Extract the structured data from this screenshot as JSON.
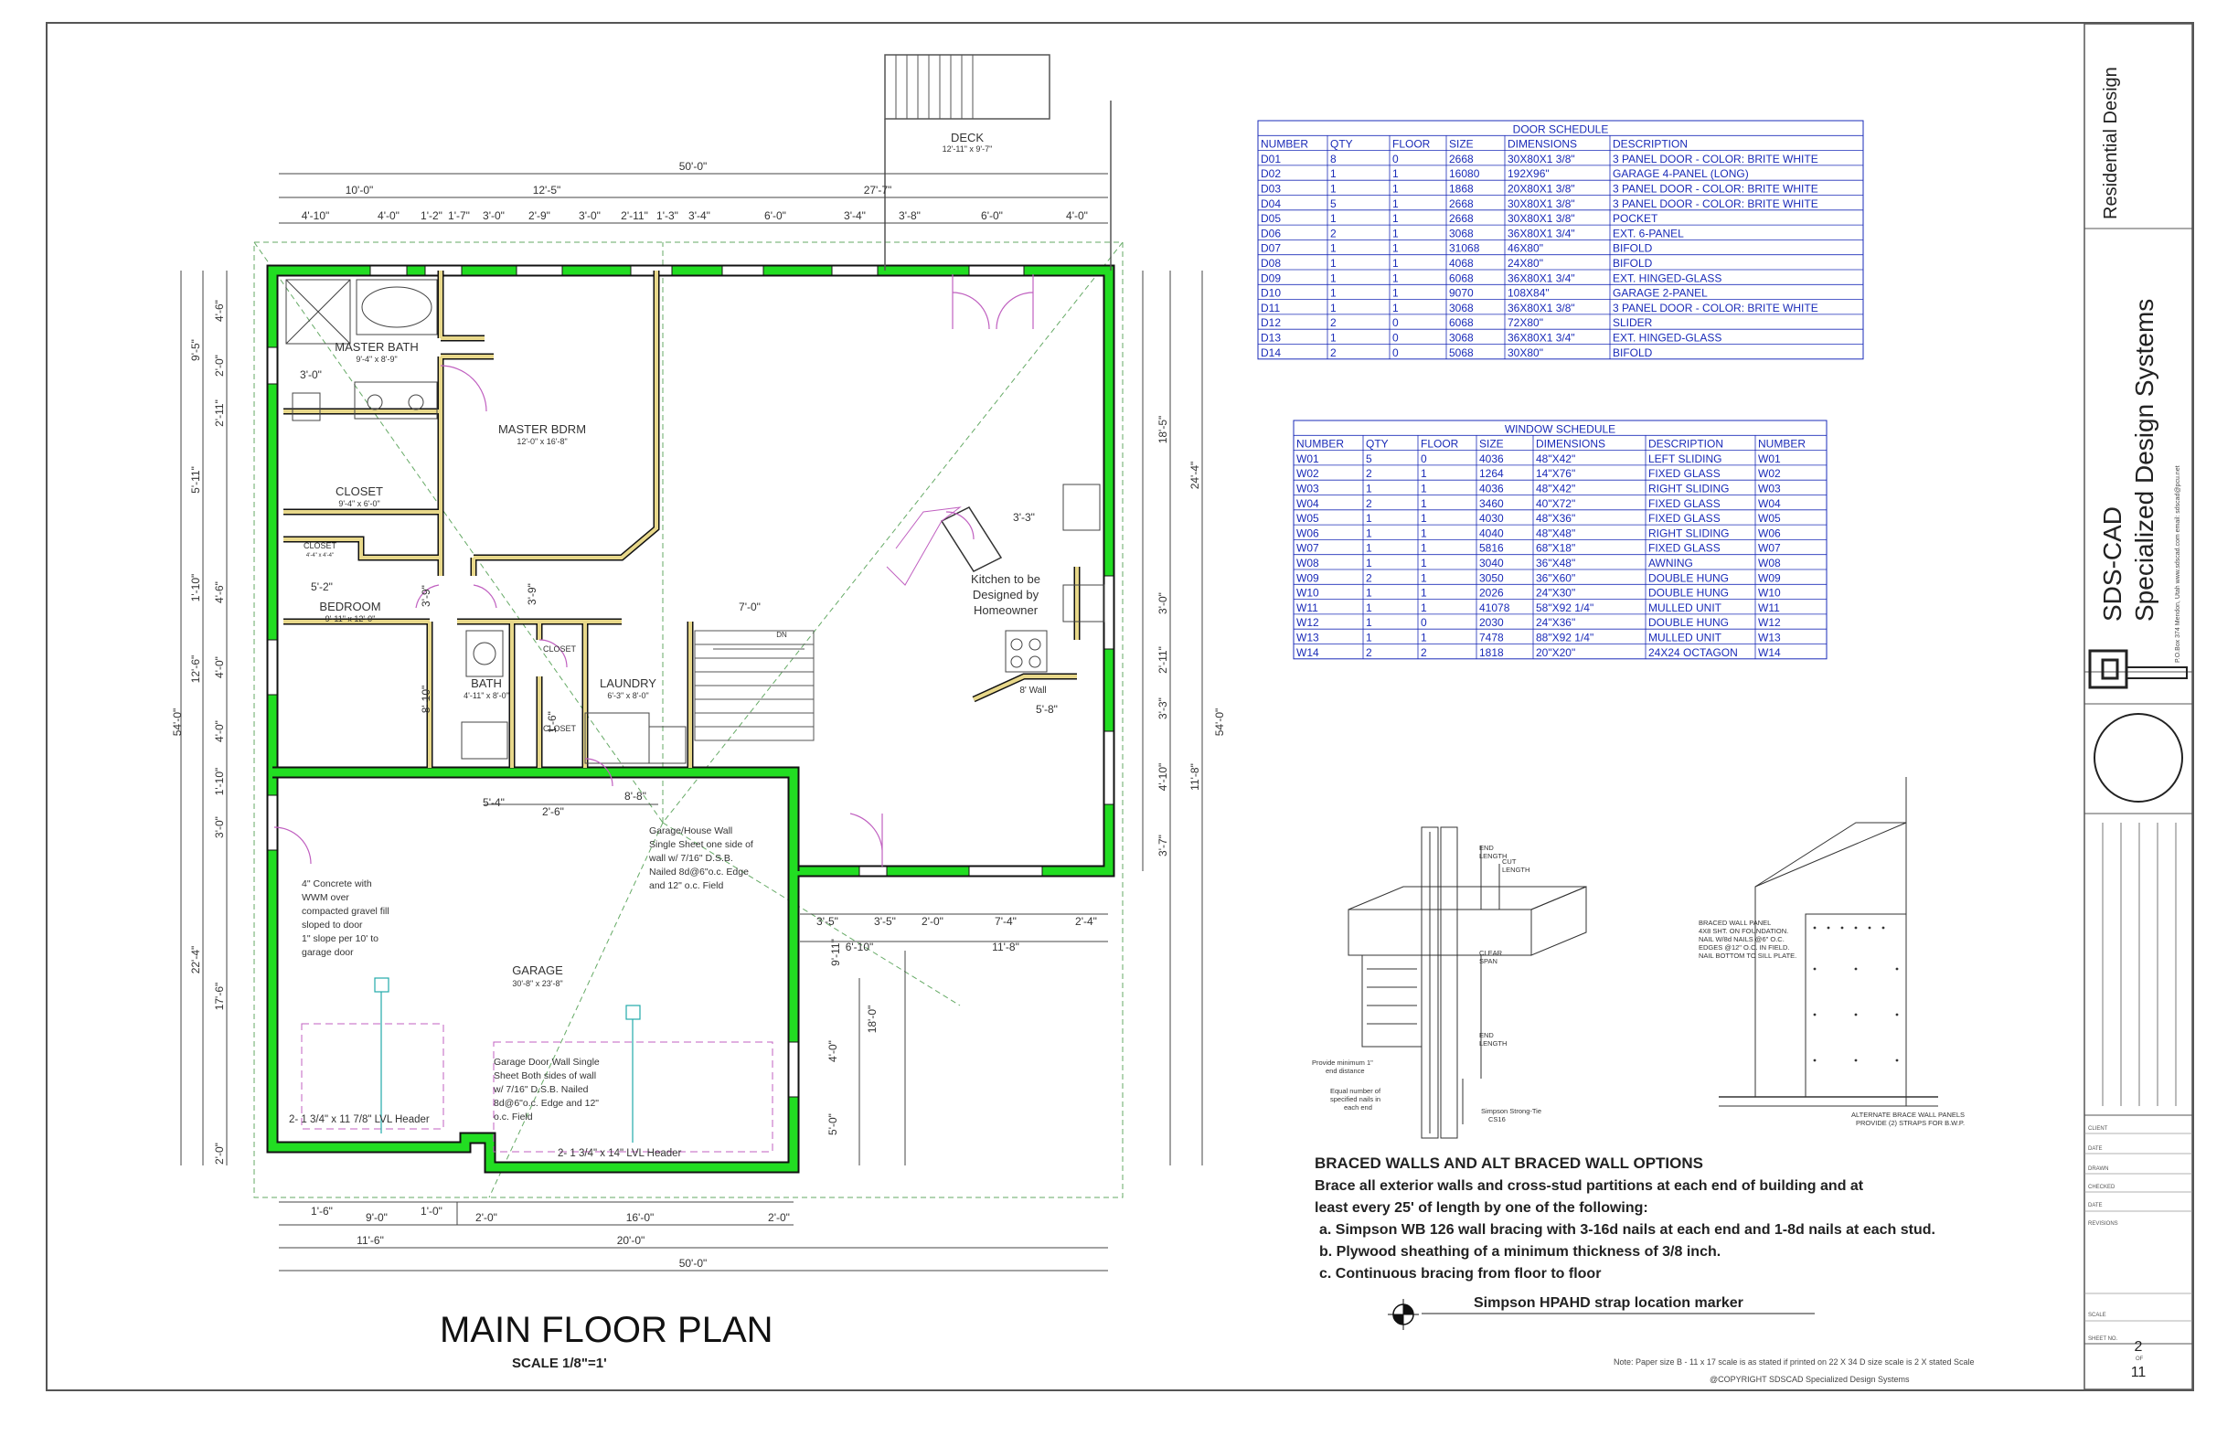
{
  "plan": {
    "title": "MAIN FLOOR PLAN",
    "scale": "SCALE 1/8\"=1'",
    "rooms": {
      "deck": {
        "label": "DECK",
        "size": "12'-11\" x 9'-7\""
      },
      "master_bath": {
        "label": "MASTER BATH",
        "size": "9'-4\" x 8'-9\""
      },
      "master_bdrm": {
        "label": "MASTER BDRM",
        "size": "12'-0\" x 16'-8\""
      },
      "closet": {
        "label": "CLOSET",
        "size": "9'-4\" x 6'-0\""
      },
      "closet_small": {
        "label": "CLOSET",
        "size": "4'-4\" x 4'-4\""
      },
      "bedroom": {
        "label": "BEDROOM",
        "size": "9'-11\" x 12'-0\""
      },
      "bath": {
        "label": "BATH",
        "size": "4'-11\" x 8'-0\""
      },
      "laundry": {
        "label": "LAUNDRY",
        "size": "6'-3\" x 8'-0\""
      },
      "closet_bath": {
        "label": "CLOSET"
      },
      "closet_laundry": {
        "label": "CLOSET"
      },
      "garage": {
        "label": "GARAGE",
        "size": "30'-8\" x 23'-8\""
      },
      "kitchen": {
        "line1": "Kitchen to be",
        "line2": "Designed by",
        "line3": "Homeowner"
      },
      "wall_8": "8' Wall"
    },
    "dims_top_1": [
      "10'-0\"",
      "12'-5\"",
      "27'-7\""
    ],
    "dims_top_0": "50'-0\"",
    "dims_top_2": [
      "4'-10\"",
      "4'-0\"",
      "1'-2\"",
      "1'-7\"",
      "3'-0\"",
      "2'-9\"",
      "3'-0\"",
      "2'-11\"",
      "1'-3\"",
      "3'-4\"",
      "6'-0\"",
      "3'-4\"",
      "3'-8\"",
      "6'-0\"",
      "4'-0\""
    ],
    "dims_left_outer": [
      "9'-5\"",
      "5'-11\"",
      "1'-10\"",
      "12'-6\"",
      "54'-0\"",
      "22'-4\""
    ],
    "dims_left_inner": [
      "4'-6\"",
      "2'-0\"",
      "2'-11\"",
      "4'-6\"",
      "4'-0\"",
      "4'-0\"",
      "1'-10\"",
      "3'-0\"",
      "17'-6\"",
      "2'-0\""
    ],
    "dims_right_outer": [
      "54'-0\""
    ],
    "dims_right_mid": [
      "18'-5\"",
      "24'-4\"",
      "11'-8\""
    ],
    "dims_right_inner": [
      "3'-0\"",
      "2'-11\"",
      "3'-3\"",
      "4'-10\"",
      "3'-7\""
    ],
    "dims_bottom_1": [
      "1'-6\"",
      "1'-0\""
    ],
    "dims_bottom_2": [
      "9'-0\"",
      "2'-0\"",
      "16'-0\"",
      "2'-0\""
    ],
    "dims_bottom_3": [
      "11'-6\"",
      "20'-0\""
    ],
    "dims_bottom_4": "50'-0\"",
    "dims_misc": {
      "d30": "3'-0\"",
      "d33": "3'-3\"",
      "d52": "5'-2\"",
      "d39": "3'-9\"",
      "d39b": "3'-9\"",
      "d810": "8'-10\"",
      "d70": "7'-0\"",
      "d58": "5'-8\"",
      "d54": "5'-4\"",
      "d26": "2'-6\"",
      "d88": "8'-8\"",
      "d16": "1'-6\"",
      "d35a": "3'-5\"",
      "d35b": "3'-5\"",
      "d20": "2'-0\"",
      "d74": "7'-4\"",
      "d24": "2'-4\"",
      "d610": "6'-10\"",
      "d118": "11'-8\"",
      "d911": "9'-11\"",
      "d40": "4'-0\"",
      "d50": "5'-0\"",
      "d180": "18'-0\""
    },
    "notes": {
      "garage_wall": [
        "Garage/House Wall",
        "Single Sheet one side of",
        "wall w/ 7/16\" D.S.B.",
        "Nailed 8d@6\"o.c. Edge",
        "and 12\" o.c. Field"
      ],
      "concrete": [
        "4\" Concrete with",
        "WWM over",
        "compacted gravel fill",
        "sloped to door",
        "1\" slope per 10' to",
        "garage door"
      ],
      "garage_door_wall": [
        "Garage Door Wall Single",
        "Sheet Both sides of wall",
        "w/ 7/16\" D.S.B. Nailed",
        "8d@6\"o.c. Edge and 12\"",
        "o.c. Field"
      ],
      "header_left": "2- 1 3/4\" x 11 7/8\" LVL Header",
      "header_right": "2- 1 3/4\" x 14\" LVL Header",
      "stair_dn": "DN"
    },
    "colors": {
      "wall": "#22dd22",
      "wall_stroke": "#111111",
      "partition": "#e8d88a",
      "door": "#c060c0",
      "dim": "#444444",
      "guide": "#66aa66"
    }
  },
  "door_schedule": {
    "title": "DOOR SCHEDULE",
    "headers": [
      "NUMBER",
      "QTY",
      "FLOOR",
      "SIZE",
      "DIMENSIONS",
      "DESCRIPTION"
    ],
    "rows": [
      [
        "D01",
        "8",
        "0",
        "2668",
        "30X80X1 3/8\"",
        "3 PANEL DOOR - COLOR: BRITE WHITE"
      ],
      [
        "D02",
        "1",
        "1",
        "16080",
        "192X96\"",
        "GARAGE 4-PANEL (LONG)"
      ],
      [
        "D03",
        "1",
        "1",
        "1868",
        "20X80X1 3/8\"",
        "3 PANEL DOOR - COLOR: BRITE WHITE"
      ],
      [
        "D04",
        "5",
        "1",
        "2668",
        "30X80X1 3/8\"",
        "3 PANEL DOOR - COLOR: BRITE WHITE"
      ],
      [
        "D05",
        "1",
        "1",
        "2668",
        "30X80X1 3/8\"",
        "POCKET"
      ],
      [
        "D06",
        "2",
        "1",
        "3068",
        "36X80X1 3/4\"",
        "EXT. 6-PANEL"
      ],
      [
        "D07",
        "1",
        "1",
        "31068",
        "46X80\"",
        "BIFOLD"
      ],
      [
        "D08",
        "1",
        "1",
        "4068",
        "24X80\"",
        "BIFOLD"
      ],
      [
        "D09",
        "1",
        "1",
        "6068",
        "36X80X1 3/4\"",
        "EXT. HINGED-GLASS"
      ],
      [
        "D10",
        "1",
        "1",
        "9070",
        "108X84\"",
        "GARAGE 2-PANEL"
      ],
      [
        "D11",
        "1",
        "1",
        "3068",
        "36X80X1 3/8\"",
        "3 PANEL DOOR - COLOR: BRITE WHITE"
      ],
      [
        "D12",
        "2",
        "0",
        "6068",
        "72X80\"",
        "SLIDER"
      ],
      [
        "D13",
        "1",
        "0",
        "3068",
        "36X80X1 3/4\"",
        "EXT. HINGED-GLASS"
      ],
      [
        "D14",
        "2",
        "0",
        "5068",
        "30X80\"",
        "BIFOLD"
      ]
    ]
  },
  "window_schedule": {
    "title": "WINDOW SCHEDULE",
    "headers": [
      "NUMBER",
      "QTY",
      "FLOOR",
      "SIZE",
      "DIMENSIONS",
      "DESCRIPTION",
      "NUMBER"
    ],
    "rows": [
      [
        "W01",
        "5",
        "0",
        "4036",
        "48\"X42\"",
        "LEFT SLIDING",
        "W01"
      ],
      [
        "W02",
        "2",
        "1",
        "1264",
        "14\"X76\"",
        "FIXED GLASS",
        "W02"
      ],
      [
        "W03",
        "1",
        "1",
        "4036",
        "48\"X42\"",
        "RIGHT SLIDING",
        "W03"
      ],
      [
        "W04",
        "2",
        "1",
        "3460",
        "40\"X72\"",
        "FIXED GLASS",
        "W04"
      ],
      [
        "W05",
        "1",
        "1",
        "4030",
        "48\"X36\"",
        "FIXED GLASS",
        "W05"
      ],
      [
        "W06",
        "1",
        "1",
        "4040",
        "48\"X48\"",
        "RIGHT SLIDING",
        "W06"
      ],
      [
        "W07",
        "1",
        "1",
        "5816",
        "68\"X18\"",
        "FIXED GLASS",
        "W07"
      ],
      [
        "W08",
        "1",
        "1",
        "3040",
        "36\"X48\"",
        "AWNING",
        "W08"
      ],
      [
        "W09",
        "2",
        "1",
        "3050",
        "36\"X60\"",
        "DOUBLE HUNG",
        "W09"
      ],
      [
        "W10",
        "1",
        "1",
        "2026",
        "24\"X30\"",
        "DOUBLE HUNG",
        "W10"
      ],
      [
        "W11",
        "1",
        "1",
        "41078",
        "58\"X92 1/4\"",
        "MULLED UNIT",
        "W11"
      ],
      [
        "W12",
        "1",
        "0",
        "2030",
        "24\"X36\"",
        "DOUBLE HUNG",
        "W12"
      ],
      [
        "W13",
        "1",
        "1",
        "7478",
        "88\"X92 1/4\"",
        "MULLED UNIT",
        "W13"
      ],
      [
        "W14",
        "2",
        "2",
        "1818",
        "20\"X20\"",
        "24X24 OCTAGON",
        "W14"
      ]
    ]
  },
  "details": {
    "left": {
      "end_length_top": [
        "END",
        "LENGTH"
      ],
      "cut_length": [
        "CUT",
        "LENGTH"
      ],
      "clear_span": [
        "CLEAR",
        "SPAN"
      ],
      "end_length_bot": [
        "END",
        "LENGTH"
      ],
      "provide_min": [
        "Provide minimum 1\"",
        "end distance"
      ],
      "equal_number": [
        "Equal number of",
        "specified nails in",
        "each end"
      ],
      "simpson": [
        "Simpson Strong-Tie",
        "CS16"
      ]
    },
    "right": {
      "panel_note": [
        "BRACED WALL PANEL",
        "4X8 SHT. ON FOUNDATION.",
        "NAIL W/8d NAILS @6\" O.C.",
        "EDGES @12\" O.C. IN FIELD.",
        "NAIL BOTTOM TO SILL PLATE."
      ],
      "alt_note": [
        "ALTERNATE BRACE WALL PANELS",
        "PROVIDE (2) STRAPS FOR B.W.P."
      ]
    }
  },
  "braced_walls": {
    "title": "BRACED WALLS AND ALT BRACED WALL OPTIONS",
    "lines": [
      "Brace all exterior walls and cross-stud partitions at each end of building and at",
      "least every 25' of length by one of the following:",
      "a. Simpson WB 126 wall bracing with 3-16d nails at each end and 1-8d nails at each stud.",
      "b. Plywood sheathing of a minimum thickness of 3/8 inch.",
      "c. Continuous bracing from floor to floor"
    ],
    "marker": "Simpson HPAHD strap location marker"
  },
  "footer": {
    "note": "Note: Paper size B - 11 x 17 scale is as stated if printed on 22 X 34 D size scale is 2 X stated Scale",
    "copyright": "@COPYRIGHT SDSCAD Specialized Design Systems"
  },
  "title_block": {
    "residential": "Residential Design",
    "company1": "SDS-CAD",
    "company2": "Specialized Design Systems",
    "address": "P.O.Box 374 Mendon, Utah  www.sdscad.com  email: sdscad@pcu.net",
    "fields": [
      "CLIENT",
      "DATE",
      "DRAWN",
      "CHECKED",
      "DATE",
      "REVISIONS"
    ],
    "sheet_label": "SHEET NO.",
    "scale_label": "SCALE",
    "sheet": "2",
    "of": "OF",
    "total": "11"
  }
}
